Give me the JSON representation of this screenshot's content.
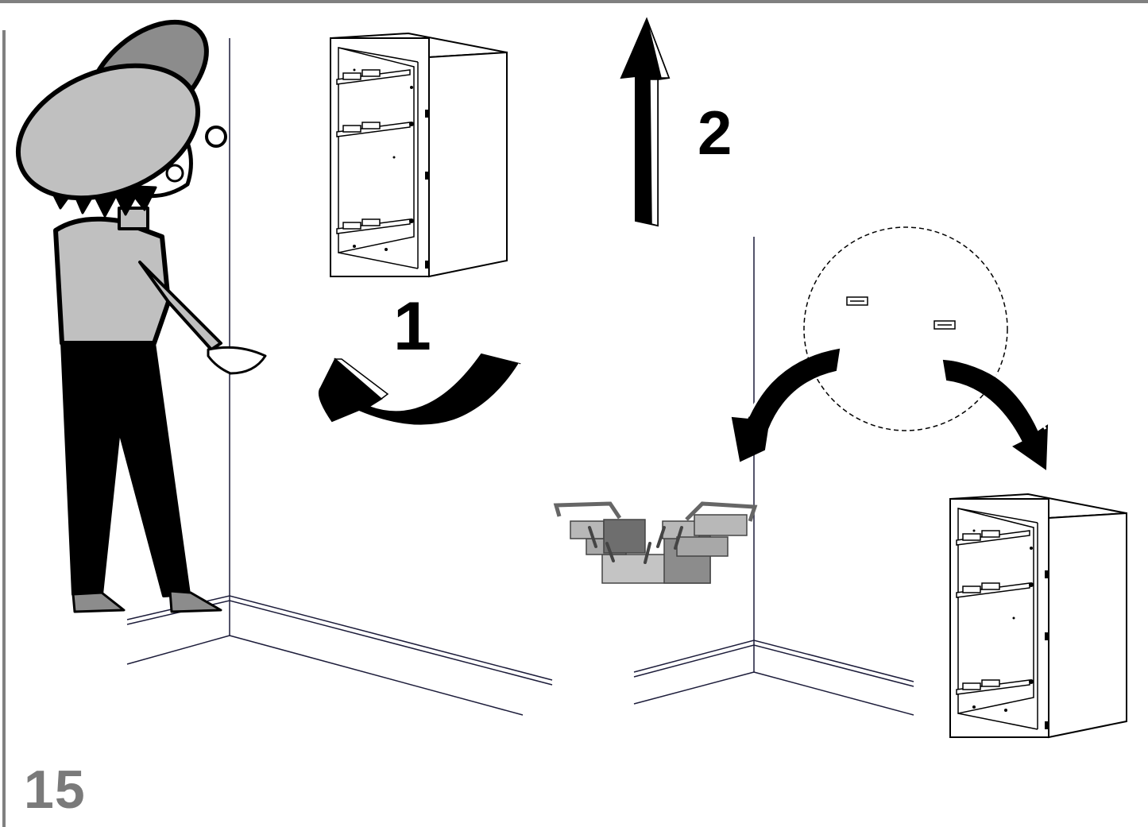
{
  "page": {
    "number": "15"
  },
  "steps": {
    "first": "1",
    "second": "2"
  },
  "colors": {
    "frame": "#808080",
    "ink": "#000000",
    "light_gray": "#c0c0c0",
    "mid_gray": "#8c8c8c",
    "dark_gray": "#6e6e6e",
    "wall_line": "#1c1c3a"
  },
  "icons": [
    "person-figure",
    "wall-cabinet-icon",
    "up-arrow-icon",
    "curved-arrow-icon",
    "toolbox-icon",
    "wall-bracket-icon",
    "detail-circle"
  ]
}
